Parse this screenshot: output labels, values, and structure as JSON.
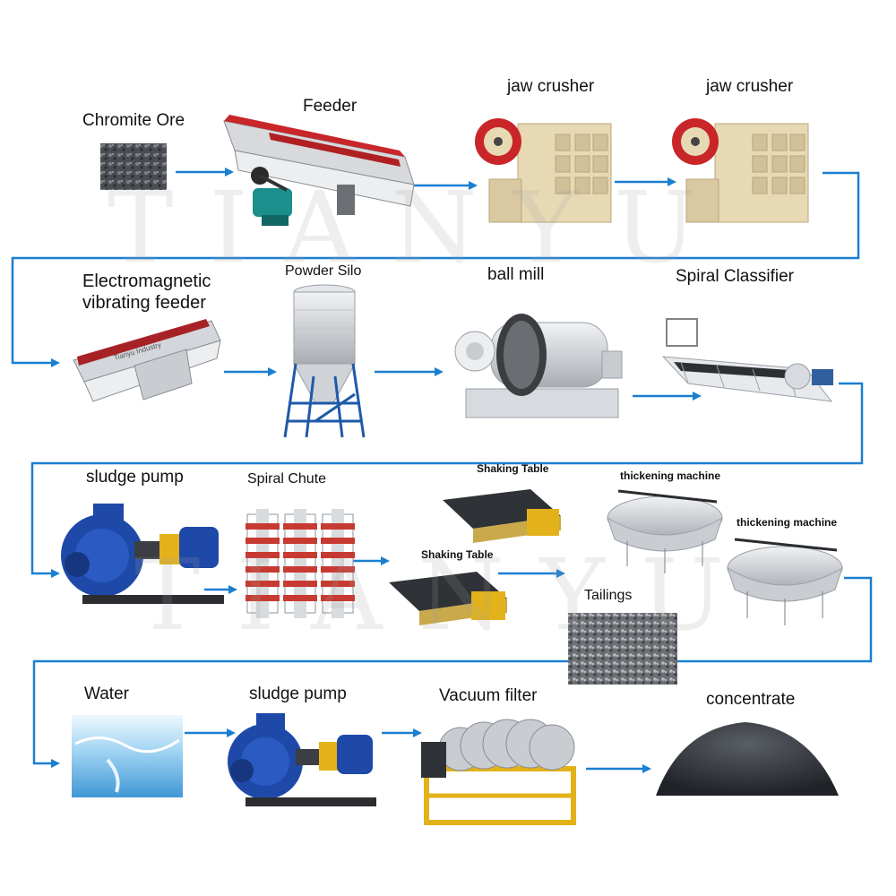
{
  "labels": {
    "chromite_ore": "Chromite Ore",
    "feeder": "Feeder",
    "jaw_crusher_1": "jaw crusher",
    "jaw_crusher_2": "jaw crusher",
    "em_feeder": "Electromagnetic vibrating feeder",
    "powder_silo": "Powder Silo",
    "ball_mill": "ball mill",
    "spiral_classifier": "Spiral Classifier",
    "sludge_pump_1": "sludge pump",
    "spiral_chute": "Spiral Chute",
    "shaking_table_1": "Shaking Table",
    "shaking_table_2": "Shaking Table",
    "thickening_1": "thickening machine",
    "thickening_2": "thickening machine",
    "tailings": "Tailings",
    "water": "Water",
    "sludge_pump_2": "sludge pump",
    "vacuum_filter": "Vacuum filter",
    "concentrate": "concentrate",
    "feeder_plate": "Tianyu Industry"
  },
  "watermark": "TIANYU",
  "colors": {
    "arrow": "#1a7fd1",
    "flow_line": "#1a7fd1",
    "pump_blue": "#1f49a8",
    "machine_red": "#c9262a",
    "crusher_body": "#e8d9b5",
    "spiral_red": "#c73a32",
    "yellow_frame": "#e3b21a",
    "grey_steel": "#b8bcc2",
    "ore_dark": "#3a3d42"
  }
}
